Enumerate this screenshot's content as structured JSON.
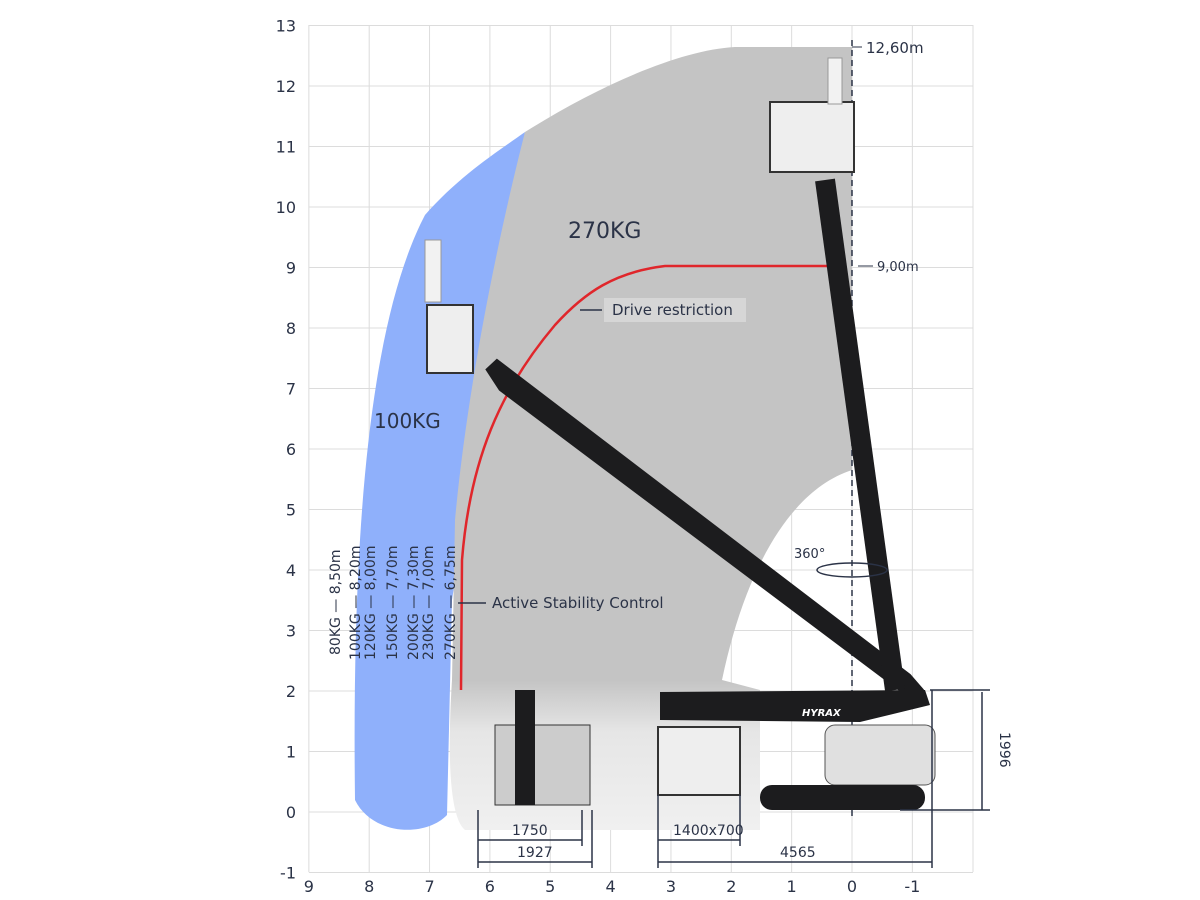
{
  "axes": {
    "y_ticks": [
      "13",
      "12",
      "11",
      "10",
      "9",
      "8",
      "7",
      "6",
      "5",
      "4",
      "3",
      "2",
      "1",
      "0",
      "-1"
    ],
    "x_ticks": [
      "9",
      "8",
      "7",
      "6",
      "5",
      "4",
      "3",
      "2",
      "1",
      "0",
      "-1"
    ]
  },
  "zones": {
    "zone_270": "270KG",
    "zone_100": "100KG"
  },
  "annotations": {
    "max_height": "12,60m",
    "drive_height": "9,00m",
    "drive_restriction": "Drive restriction",
    "active_stability": "Active Stability Control",
    "rotation": "360°"
  },
  "load_reach": [
    "80KG — 8,50m",
    "100KG — 8,20m",
    "120KG — 8,00m",
    "150KG — 7,70m",
    "200KG — 7,30m",
    "230KG — 7,00m",
    "270KG — 6,75m"
  ],
  "dimensions": {
    "track_width_inner": "1750",
    "track_width_outer": "1927",
    "platform_size": "1400x700",
    "length": "4565",
    "height_stowed": "1996"
  },
  "branding": "HYRAX",
  "colors": {
    "blue_zone": "#8fb0fb",
    "gray_zone": "#c4c4c4",
    "drive_line": "#e0262b",
    "machine": "#1c1c1e",
    "text": "#2b3347"
  }
}
